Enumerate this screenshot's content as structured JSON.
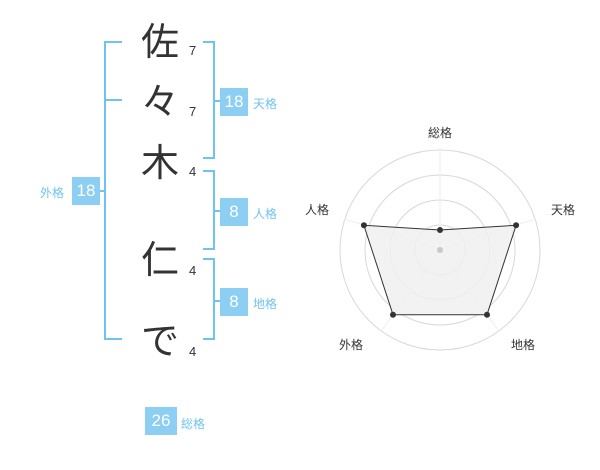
{
  "name": {
    "chars": [
      "佐",
      "々",
      "木",
      "仁",
      "で"
    ],
    "strokes": [
      "7",
      "7",
      "4",
      "4",
      "4"
    ]
  },
  "kaku": {
    "tenkaku": {
      "value": "18",
      "label": "天格"
    },
    "jinkaku": {
      "value": "8",
      "label": "人格"
    },
    "chikaku": {
      "value": "8",
      "label": "地格"
    },
    "gaikaku": {
      "value": "18",
      "label": "外格"
    },
    "soukaku": {
      "value": "26",
      "label": "総格"
    }
  },
  "radar": {
    "axes": [
      "総格",
      "天格",
      "地格",
      "外格",
      "人格"
    ],
    "values": [
      0.2,
      0.8,
      0.8,
      0.8,
      0.8
    ],
    "rings": 4,
    "stroke_color": "#333333",
    "fill_color": "#f0f0f0",
    "ring_color": "#d8d8d8"
  }
}
